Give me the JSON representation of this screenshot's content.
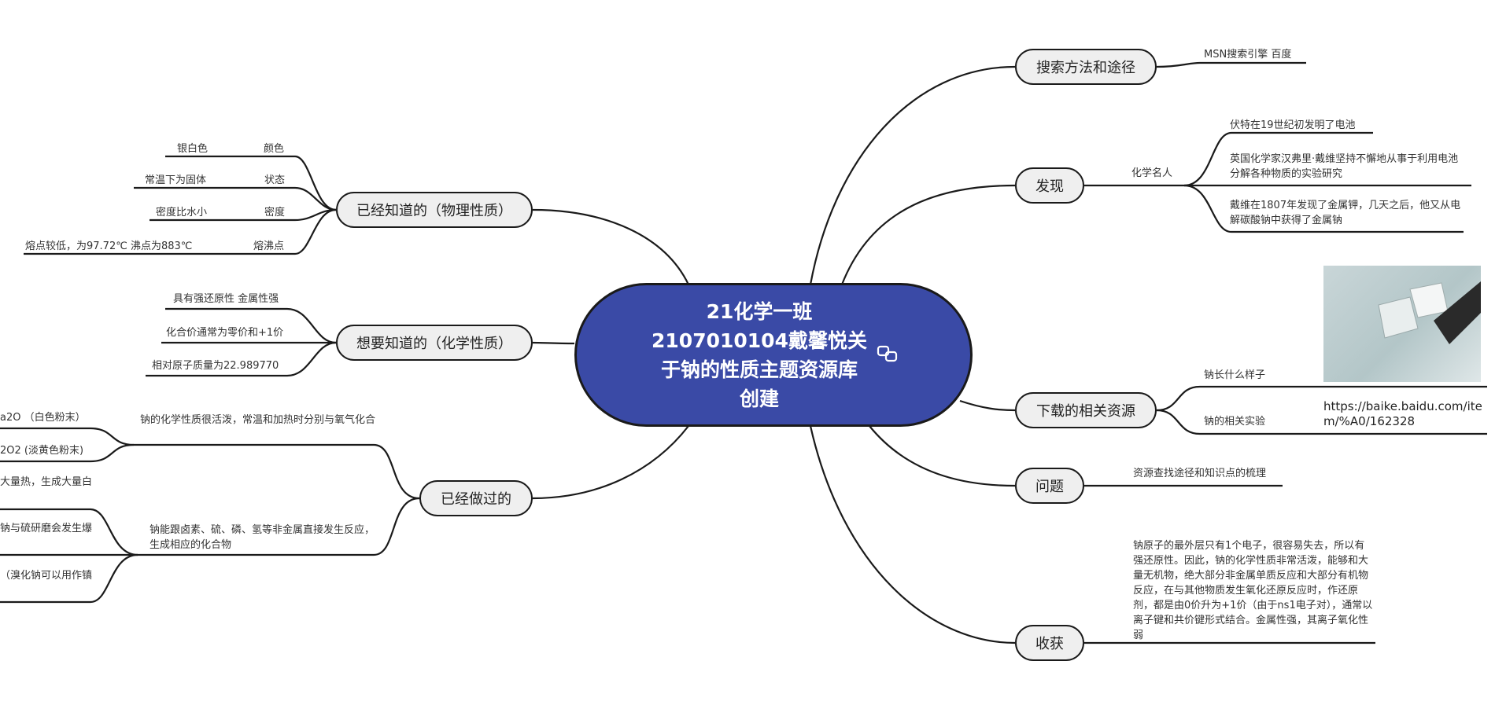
{
  "root": {
    "line1": "21化学一班",
    "line2": "2107010104戴馨悦关",
    "line3": "于钠的性质主题资源库",
    "line4": "创建",
    "link_icon": "link-icon"
  },
  "branches": {
    "search": {
      "label": "搜索方法和途径",
      "leaf": "MSN搜索引擎 百度"
    },
    "discover": {
      "label": "发现",
      "sub": "化学名人",
      "leaves": [
        "伏特在19世纪初发明了电池",
        "英国化学家汉弗里·戴维坚持不懈地从事于利用电池分解各种物质的实验研究",
        "戴维在1807年发现了金属钾，几天之后，他又从电解碳酸钠中获得了金属钠"
      ]
    },
    "downloads": {
      "label": "下载的相关资源",
      "sub1": "钠长什么样子",
      "sub2": "钠的相关实验",
      "url": "https://baike.baidu.com/item/%A0/162328"
    },
    "questions": {
      "label": "问题",
      "leaf": "资源查找途径和知识点的梳理"
    },
    "gains": {
      "label": "收获",
      "leaf": "钠原子的最外层只有1个电子，很容易失去，所以有强还原性。因此，钠的化学性质非常活泼，能够和大量无机物，绝大部分非金属单质反应和大部分有机物反应，在与其他物质发生氧化还原反应时，作还原剂，都是由0价升为+1价（由于ns1电子对），通常以离子键和共价键形式结合。金属性强，其离子氧化性弱"
    },
    "physical": {
      "label": "已经知道的（物理性质）",
      "items": [
        {
          "key": "颜色",
          "value": "银白色"
        },
        {
          "key": "状态",
          "value": "常温下为固体"
        },
        {
          "key": "密度",
          "value": "密度比水小"
        },
        {
          "key": "熔沸点",
          "value": "熔点较低，为97.72℃ 沸点为883℃"
        }
      ]
    },
    "chemical": {
      "label": "想要知道的（化学性质）",
      "items": [
        "具有强还原性 金属性强",
        "化合价通常为零价和+1价",
        "相对原子质量为22.989770"
      ]
    },
    "done": {
      "label": "已经做过的",
      "sub1": "钠的化学性质很活泼，常温和加热时分别与氧气化合",
      "sub1_leaves": [
        "a2O （白色粉末）",
        "2O2 (淡黄色粉末)"
      ],
      "sub2": "钠能跟卤素、硫、磷、氢等非金属直接发生反应，生成相应的化合物",
      "sub2_leaves": [
        "大量热，生成大量白",
        "钠与硫研磨会发生爆",
        "（溴化钠可以用作镇"
      ]
    }
  }
}
